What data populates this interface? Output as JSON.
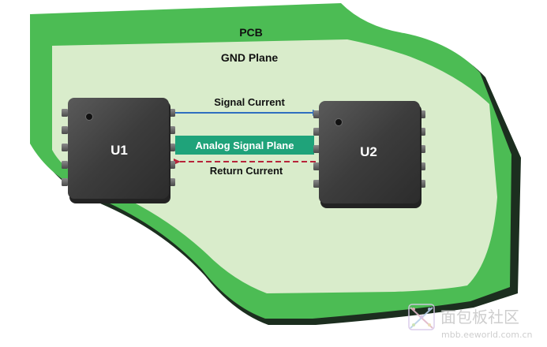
{
  "diagram": {
    "pcb_label": "PCB",
    "gnd_plane_label": "GND Plane",
    "signal_current_label": "Signal Current",
    "analog_signal_plane_label": "Analog Signal Plane",
    "return_current_label": "Return Current",
    "chip_left_label": "U1",
    "chip_right_label": "U2"
  },
  "watermark": {
    "site_name": "面包板社区",
    "url": "mbb.eeworld.com.cn"
  },
  "colors": {
    "pcb_green": "#4cbc54",
    "pcb_edge_dark": "#1c2e1f",
    "gnd_plane": "#d9eccb",
    "analog_plane": "#1fa37a",
    "signal_arrow": "#2f6fbf",
    "return_arrow": "#b7243a",
    "chip_body": "#3f3f3f"
  }
}
